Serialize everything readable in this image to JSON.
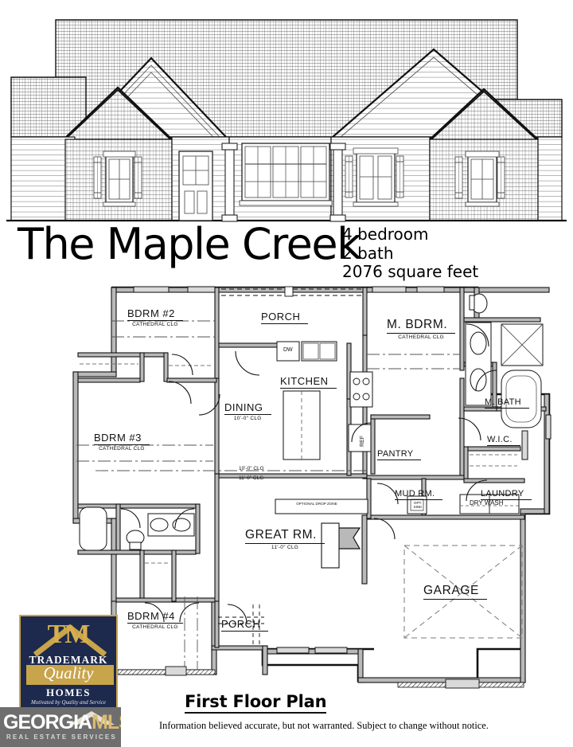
{
  "title": {
    "plan_name": "The Maple Creek",
    "specs": [
      "4 bedroom",
      "2 bath",
      "2076 square feet"
    ]
  },
  "footer": {
    "caption": "First Floor Plan",
    "disclaimer": "Information believed accurate, but not warranted. Subject to change without notice."
  },
  "builder_logo": {
    "monogram": "TM",
    "line1": "TRADEMARK",
    "line2": "Quality",
    "line3": "HOMES",
    "tagline": "Motivated by Quality and Service",
    "line4": "QUALITY"
  },
  "mls_watermark": {
    "brand_primary": "GEORGIA",
    "brand_secondary": "MLS",
    "subtitle": "REAL ESTATE SERVICES"
  },
  "floorplan": {
    "ceiling_note_upper": "10'-0\" CLG",
    "ceiling_note_lower": "11'-0\" CLG",
    "rooms": [
      {
        "id": "bdrm2",
        "name": "BDRM #2",
        "ceiling": "CATHEDRAL CLG"
      },
      {
        "id": "bdrm3",
        "name": "BDRM #3",
        "ceiling": "CATHEDRAL CLG"
      },
      {
        "id": "bdrm4",
        "name": "BDRM #4",
        "ceiling": "CATHEDRAL CLG"
      },
      {
        "id": "mbdrm",
        "name": "M.  BDRM.",
        "ceiling": "CATHEDRAL CLG"
      },
      {
        "id": "mbath",
        "name": "M. BATH",
        "ceiling": ""
      },
      {
        "id": "wic",
        "name": "W.I.C.",
        "ceiling": ""
      },
      {
        "id": "porch_f",
        "name": "PORCH",
        "ceiling": ""
      },
      {
        "id": "porch_r",
        "name": "PORCH",
        "ceiling": ""
      },
      {
        "id": "kitchen",
        "name": "KITCHEN",
        "ceiling": ""
      },
      {
        "id": "dining",
        "name": "DINING",
        "ceiling": "10'-0\" CLG"
      },
      {
        "id": "greatrm",
        "name": "GREAT  RM.",
        "ceiling": "11'-0\" CLG"
      },
      {
        "id": "pantry",
        "name": "PANTRY",
        "ceiling": ""
      },
      {
        "id": "mudrm",
        "name": "MUD  RM.",
        "ceiling": ""
      },
      {
        "id": "laundry",
        "name": "LAUNDRY",
        "ceiling": ""
      },
      {
        "id": "garage",
        "name": "GARAGE",
        "ceiling": ""
      }
    ],
    "fixtures": [
      {
        "id": "dw",
        "label": "DW"
      },
      {
        "id": "ref",
        "label": "REF"
      },
      {
        "id": "drywash",
        "label": "DRY WASH"
      },
      {
        "id": "optsink",
        "label": "OPT. SINK"
      },
      {
        "id": "dropzone",
        "label": "OPTIONAL DROP ZONE"
      }
    ]
  },
  "colors": {
    "line": "#111111",
    "wall_fill": "#9a9a9a",
    "logo_navy": "#1d2a4d",
    "logo_gold": "#c8a44a",
    "mls_gray": "#6e6e6e",
    "mls_gold": "#d9bb72"
  }
}
